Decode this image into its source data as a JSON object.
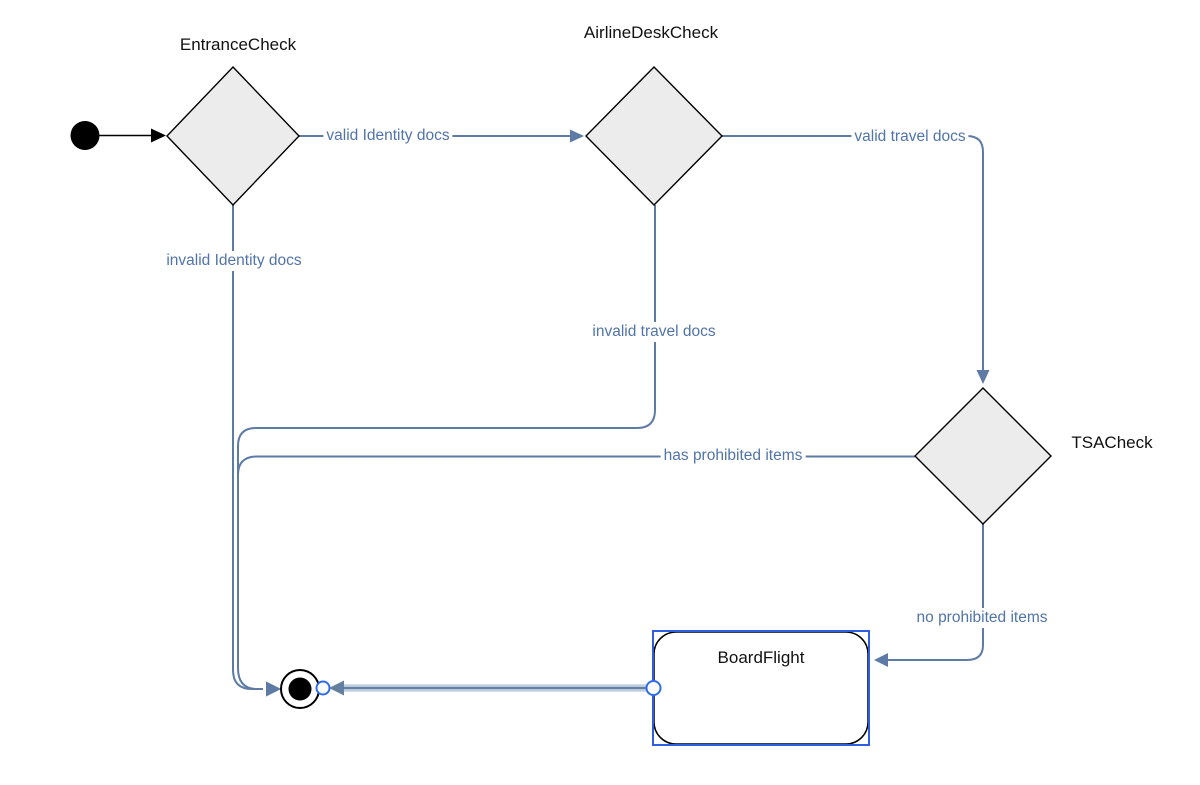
{
  "diagram": {
    "nodes": {
      "start": {
        "type": "initial-state"
      },
      "entrance": {
        "type": "decision",
        "label": "EntranceCheck"
      },
      "airline": {
        "type": "decision",
        "label": "AirlineDeskCheck"
      },
      "tsa": {
        "type": "decision",
        "label": "TSACheck"
      },
      "board": {
        "type": "state",
        "label": "BoardFlight",
        "selected": true
      },
      "final": {
        "type": "final-state"
      }
    },
    "edges": {
      "start_entrance": {
        "label": ""
      },
      "entrance_airline": {
        "label": "valid Identity docs"
      },
      "airline_tsa": {
        "label": "valid travel docs"
      },
      "entrance_final": {
        "label": "invalid Identity docs"
      },
      "airline_final": {
        "label": "invalid travel docs"
      },
      "tsa_final": {
        "label": "has prohibited items"
      },
      "tsa_board": {
        "label": "no prohibited items"
      },
      "board_final": {
        "label": "",
        "selected": true
      }
    }
  },
  "colors": {
    "background": "#ffffff",
    "edge": "#5e7ba6",
    "edge_label": "#5174a9",
    "label_text": "#111111",
    "node_fill": "#ececec",
    "node_border": "#000000",
    "selected_halo": "#c2d0e4",
    "selected_core": "#64809f",
    "selection_outline": "#2e5fe0",
    "handle_border": "#2e6ce8"
  }
}
